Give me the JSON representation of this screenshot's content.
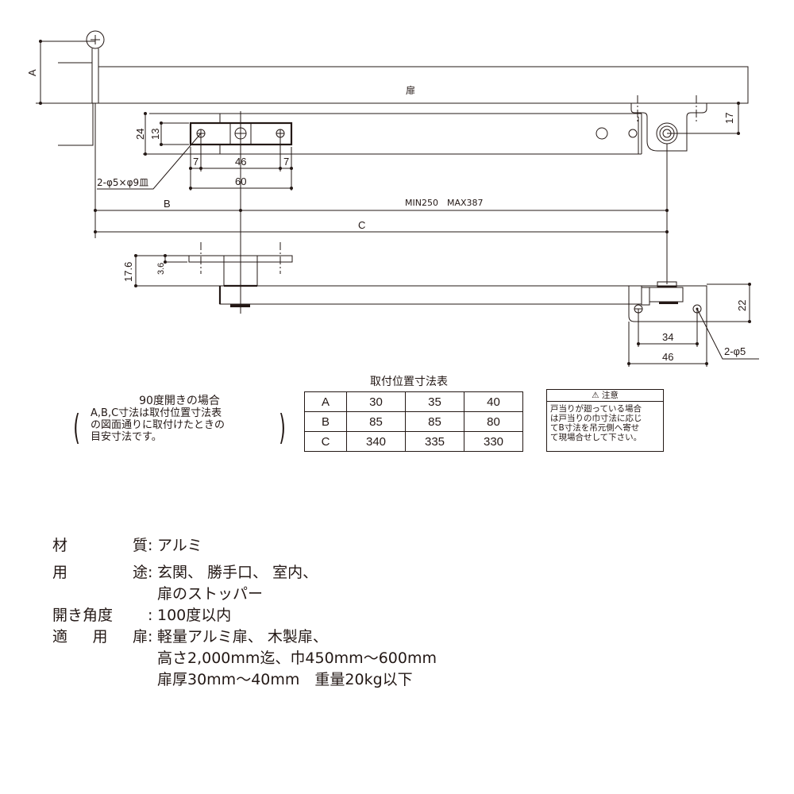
{
  "drawing": {
    "door_label": "扉",
    "dim_A": "A",
    "dim_B": "B",
    "dim_C": "C",
    "dim_24": "24",
    "dim_13": "13",
    "dim_7_left": "7",
    "dim_46_top": "46",
    "dim_7_right": "7",
    "dim_60": "60",
    "hole_callout_top": "2-φ5×φ9皿",
    "range_label": "MIN250　MAX387",
    "dim_17": "17",
    "dim_17_6": "17.6",
    "dim_3_6": "3.6",
    "dim_22": "22",
    "dim_34": "34",
    "dim_46_bottom": "46",
    "hole_callout_bottom": "2-φ5"
  },
  "note": {
    "title": "90度開きの場合",
    "lines": [
      "A,B,C寸法は取付位置寸法表",
      "の図面通りに取付けたときの",
      "目安寸法です。"
    ]
  },
  "table": {
    "title": "取付位置寸法表",
    "rows": [
      [
        "A",
        "30",
        "35",
        "40"
      ],
      [
        "B",
        "85",
        "85",
        "80"
      ],
      [
        "C",
        "340",
        "335",
        "330"
      ]
    ]
  },
  "caution": {
    "title": "⚠ 注意",
    "lines": [
      "戸当りが廻っている場合",
      "は戸当りの巾寸法に応じ",
      "てB寸法を吊元側へ寄せ",
      "て現場合せして下さい。"
    ]
  },
  "specs": [
    {
      "label": [
        "材",
        "質"
      ],
      "values": [
        "アルミ"
      ]
    },
    {
      "label": [
        "用",
        "途"
      ],
      "values": [
        "玄関、 勝手口、 室内、",
        "扉のストッパー"
      ]
    },
    {
      "label": [
        "開き角度"
      ],
      "values": [
        "100度以内"
      ]
    },
    {
      "label": [
        "適",
        "用",
        "扉"
      ],
      "values": [
        "軽量アルミ扉、 木製扉、",
        "高さ2,000mm迄、巾450mm～600mm",
        "扉厚30mm～40mm　重量20kg以下"
      ]
    }
  ]
}
